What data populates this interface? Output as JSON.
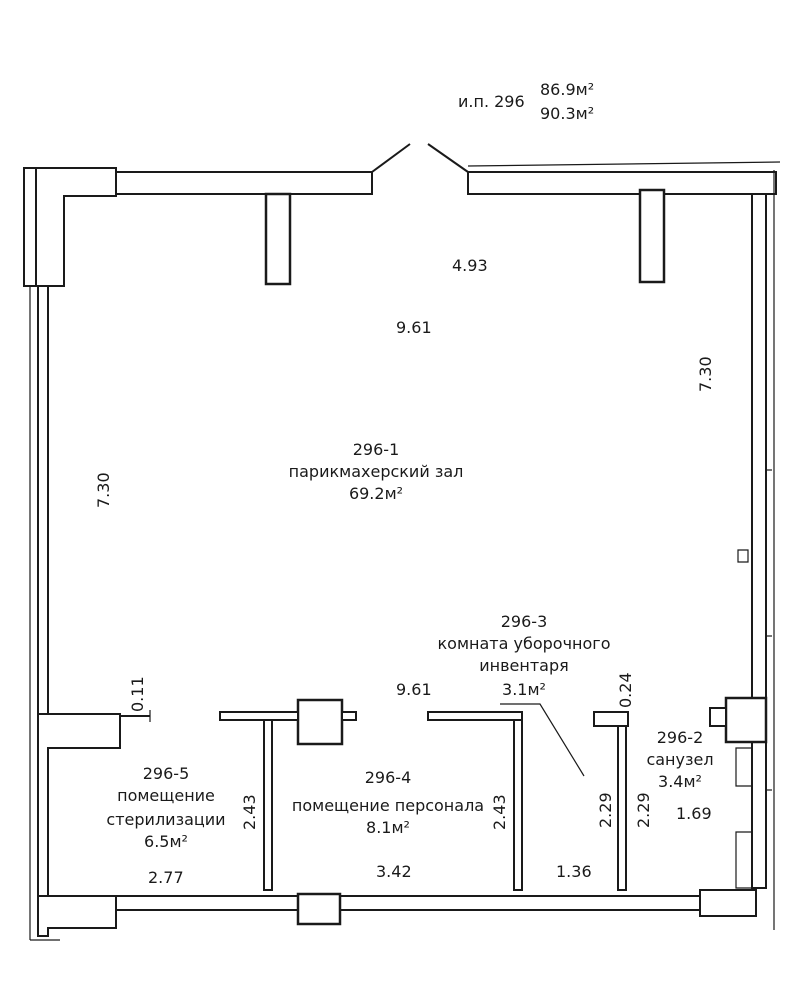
{
  "unit_info": {
    "number": "и.п. 296",
    "area_1": "86.9м²",
    "area_2": "90.3м²"
  },
  "rooms": [
    {
      "id": "296-1",
      "name": "парикмахерский зал",
      "area": "69.2м²"
    },
    {
      "id": "296-2",
      "name": "санузел",
      "area": "3.4м²"
    },
    {
      "id": "296-3",
      "name_1": "комната уборочного",
      "name_2": "инвентаря",
      "area": "3.1м²"
    },
    {
      "id": "296-4",
      "name": "помещение персонала",
      "area": "8.1м²"
    },
    {
      "id": "296-5",
      "name_1": "помещение",
      "name_2": "стерилизации",
      "area": "6.5м²"
    }
  ],
  "dimensions": {
    "top_inner": "4.93",
    "hall_width": "9.61",
    "hall_width_lower": "9.61",
    "left_height": "7.30",
    "right_height": "7.30",
    "left_wall_offset": "0.11",
    "right_wall_offset": "0.24",
    "room5_height": "2.43",
    "room4_height": "2.43",
    "room3_height_left": "2.29",
    "room3_height_right": "2.29",
    "room2_dim": "1.69",
    "room5_width": "2.77",
    "room4_width": "3.42",
    "room3_width": "1.36"
  }
}
